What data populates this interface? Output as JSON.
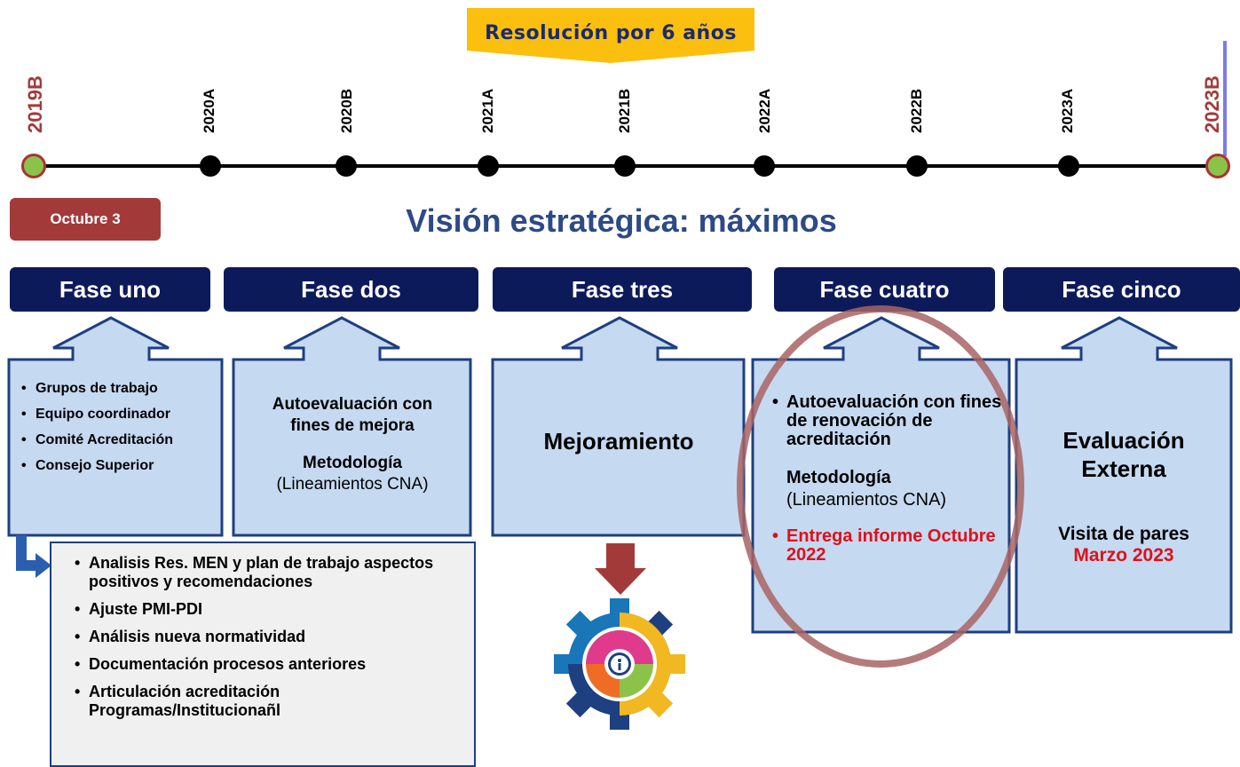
{
  "banner": {
    "label": "Resolución por 6 años",
    "color": "#fbbf10"
  },
  "timeline": {
    "start": "2019B",
    "end": "2023B",
    "periods": [
      "2020A",
      "2020B",
      "2021A",
      "2021B",
      "2022A",
      "2022B",
      "2023A"
    ]
  },
  "badge": "Octubre 3",
  "title": "Visión estratégica: máximos",
  "phases": [
    {
      "name": "Fase uno"
    },
    {
      "name": "Fase dos"
    },
    {
      "name": "Fase tres"
    },
    {
      "name": "Fase cuatro"
    },
    {
      "name": "Fase cinco"
    }
  ],
  "box1": {
    "items": [
      "Grupos de trabajo",
      "Equipo coordinador",
      "Comité Acreditación",
      "Consejo Superior"
    ]
  },
  "box2": {
    "line1": "Autoevaluación con fines de mejora",
    "method": "Metodología",
    "method_sub": "(Lineamientos CNA)"
  },
  "box3": {
    "label": "Mejoramiento"
  },
  "box4": {
    "item1": "Autoevaluación con fines de renovación de acreditación",
    "method": "Metodología",
    "method_sub": "(Lineamientos CNA)",
    "item2": "Entrega informe Octubre 2022"
  },
  "box5": {
    "line1": "Evaluación Externa",
    "line2": "Visita de pares",
    "line3": "Marzo 2023"
  },
  "sub": {
    "items": [
      "Analisis Res. MEN y plan de trabajo aspectos positivos y recomendaciones",
      "Ajuste PMI-PDI",
      "Análisis nueva normatividad",
      "Documentación procesos anteriores",
      "Articulación acreditación Programas/Institucionañl"
    ]
  },
  "colors": {
    "navy": "#0d1a5a",
    "box_fill": "#c5d9f1",
    "box_border": "#1e3f80",
    "accent_red": "#a33a3a",
    "green": "#8bc34a"
  }
}
